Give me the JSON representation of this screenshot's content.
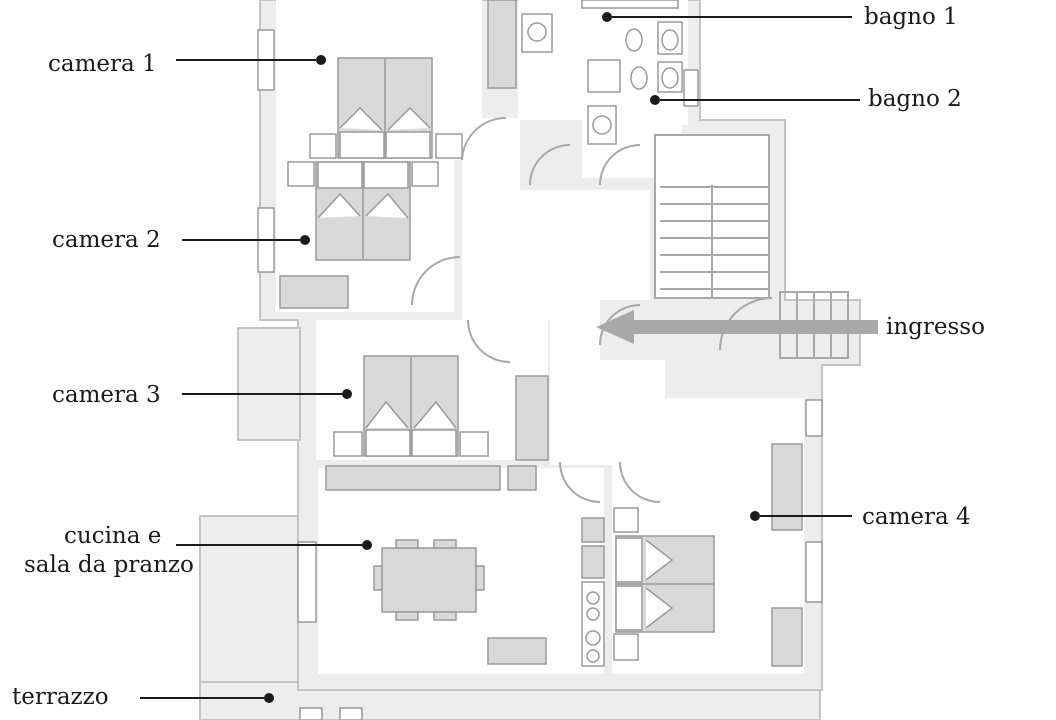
{
  "labels": {
    "camera_1": "camera 1",
    "camera_2": "camera 2",
    "camera_3": "camera 3",
    "camera_4": "camera 4",
    "cucina_line1": "cucina  e",
    "cucina_line2": "sala da pranzo",
    "terrazzo": "terrazzo",
    "bagno_1": "bagno 1",
    "bagno_2": "bagno 2",
    "ingresso": "ingresso"
  },
  "colors": {
    "wall_fill": "#ededed",
    "wall_stroke": "#c4c4c4",
    "furniture": "#d9d9d9",
    "arrow": "#a9a9a9",
    "text": "#1a1a1a"
  }
}
